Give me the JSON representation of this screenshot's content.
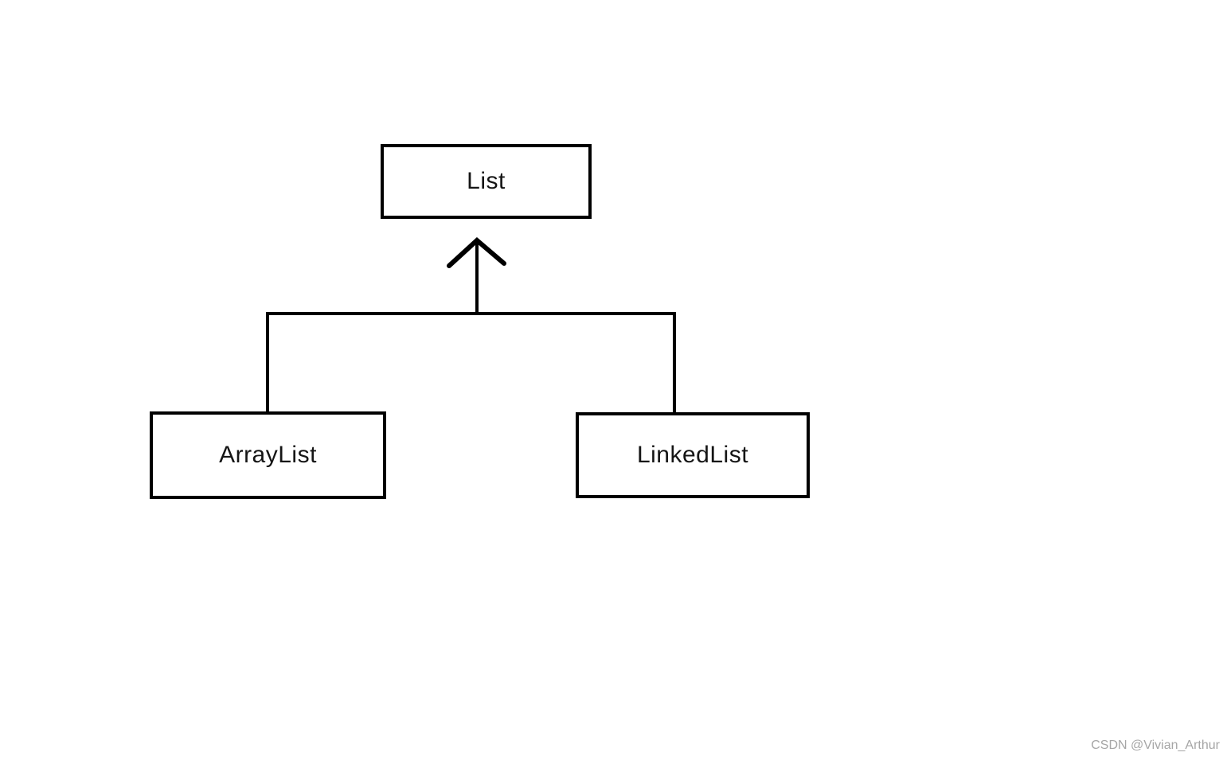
{
  "diagram": {
    "type": "class-hierarchy",
    "nodes": [
      {
        "id": "list",
        "label": "List"
      },
      {
        "id": "arraylist",
        "label": "ArrayList"
      },
      {
        "id": "linkedlist",
        "label": "LinkedList"
      }
    ],
    "edges": [
      {
        "from": "arraylist",
        "to": "list",
        "type": "inheritance",
        "arrow": "open-arrowhead-up"
      },
      {
        "from": "linkedlist",
        "to": "list",
        "type": "inheritance",
        "arrow": "open-arrowhead-up"
      }
    ],
    "colors": {
      "line": "#000000",
      "box_border": "#000000",
      "box_fill": "#ffffff",
      "text": "#151515",
      "background": "#ffffff",
      "watermark": "#a6a6a6"
    }
  },
  "watermark": {
    "text": "CSDN @Vivian_Arthur"
  }
}
